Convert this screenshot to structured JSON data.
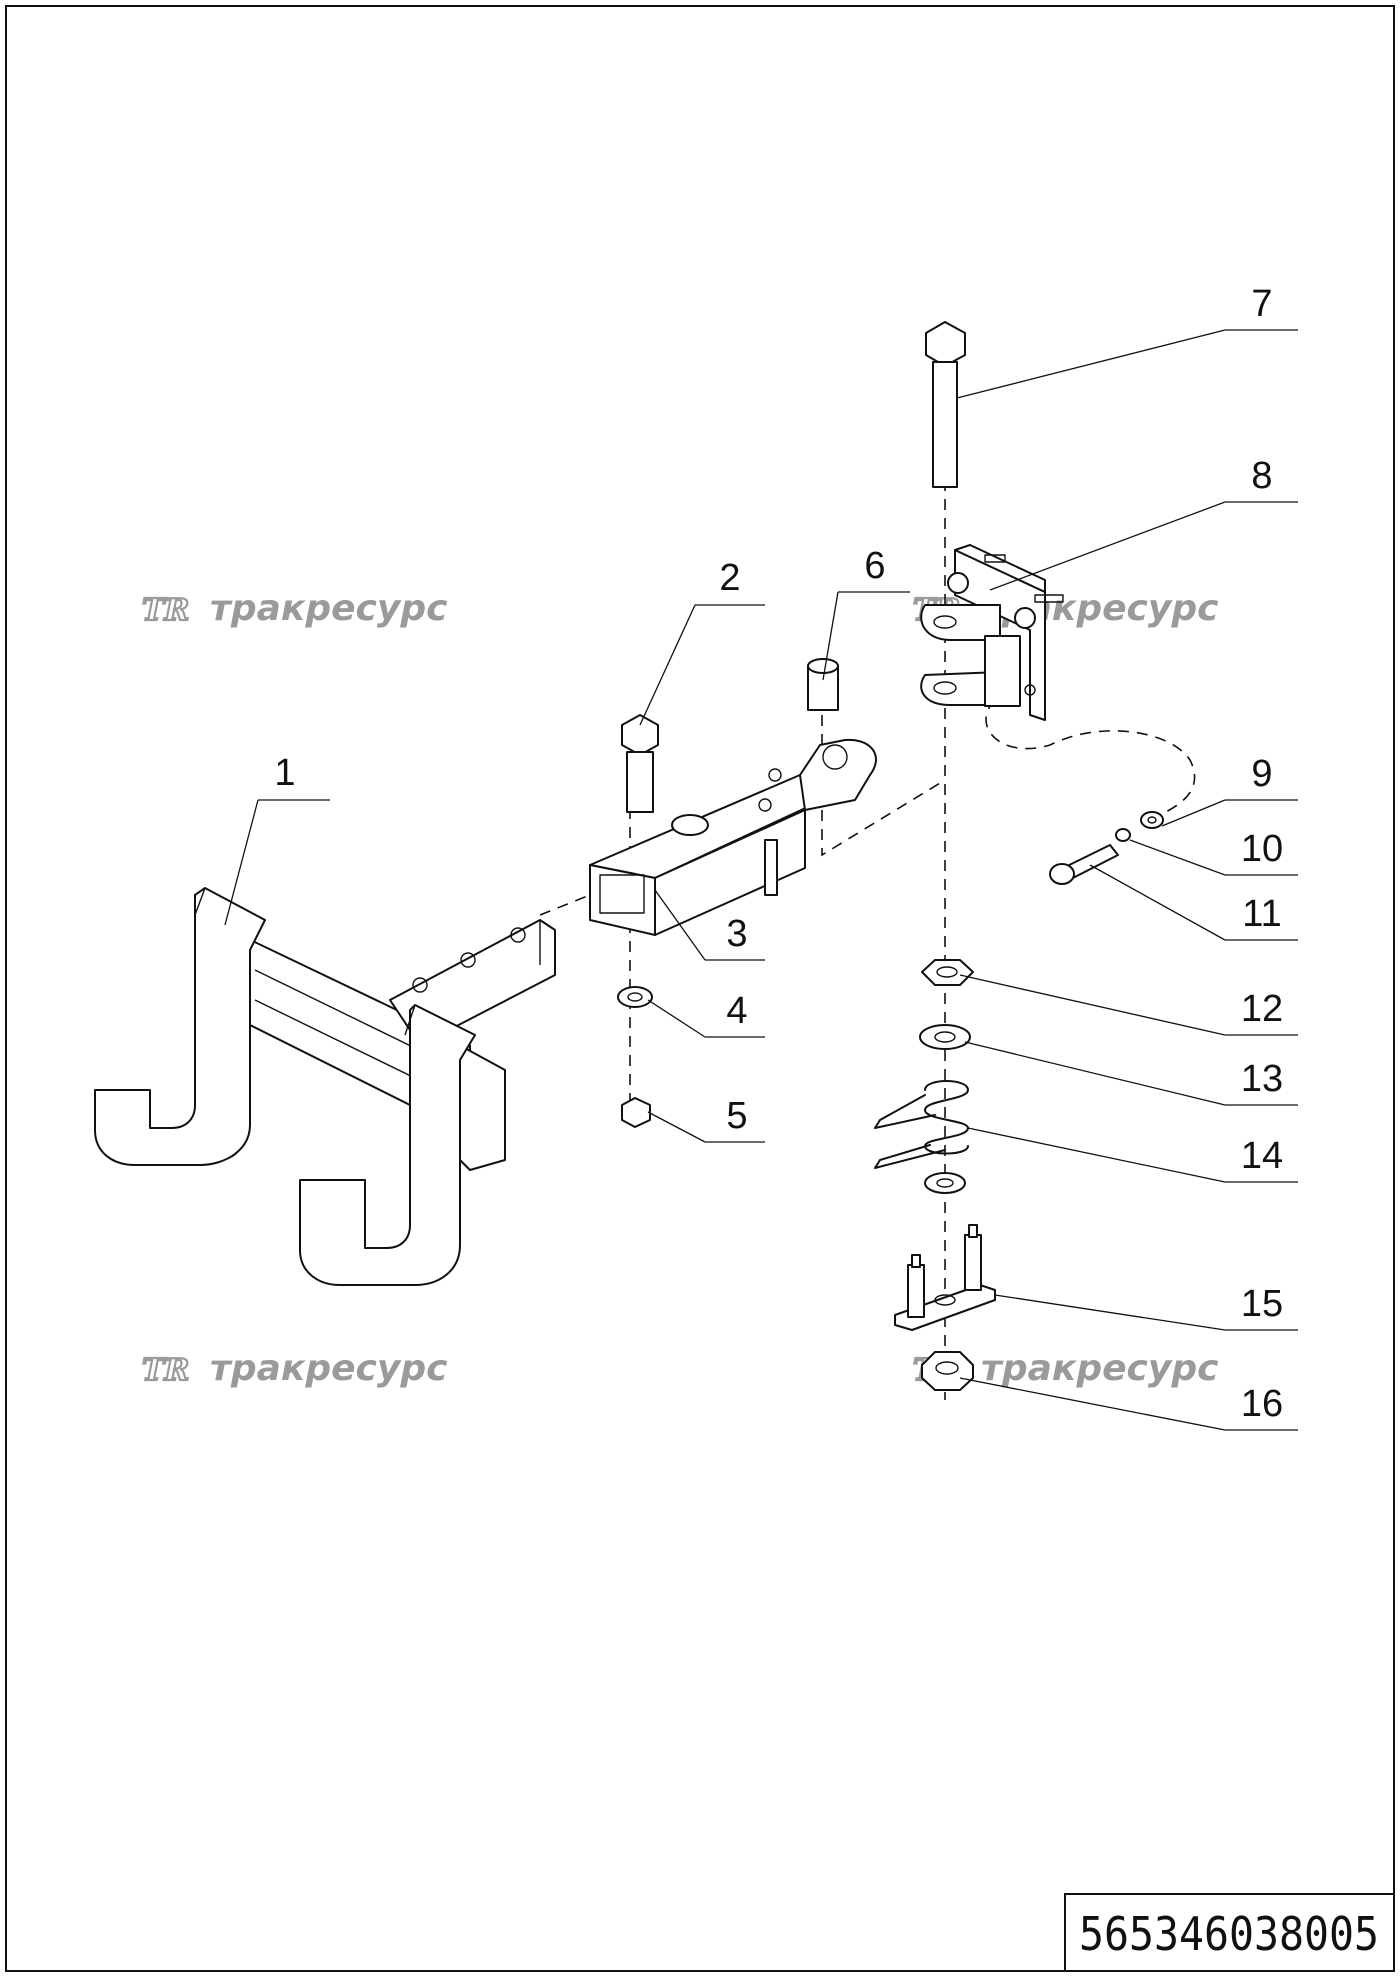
{
  "drawing_code": "565346038005",
  "watermark": {
    "logo": "TR",
    "text": "тракресурс"
  },
  "callouts": [
    "1",
    "2",
    "3",
    "4",
    "5",
    "6",
    "7",
    "8",
    "9",
    "10",
    "11",
    "12",
    "13",
    "14",
    "15",
    "16"
  ]
}
